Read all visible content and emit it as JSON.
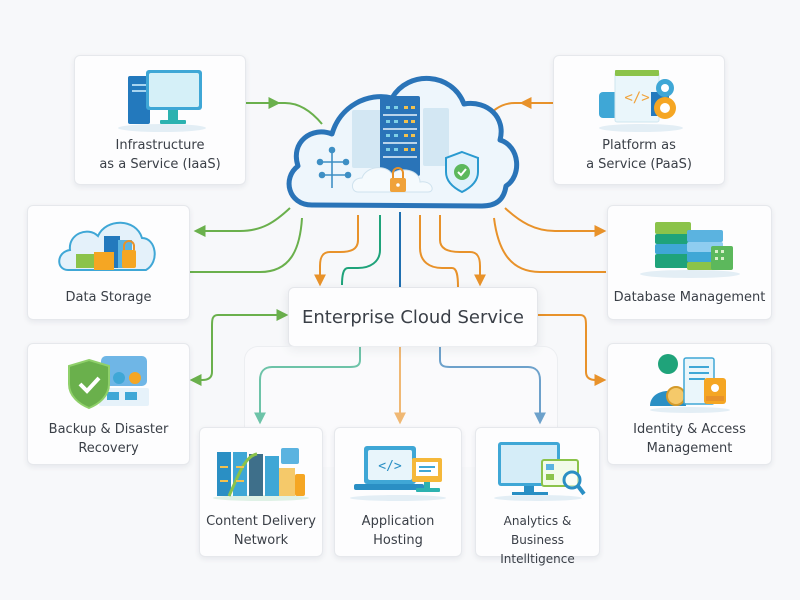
{
  "diagram": {
    "title": "Enterprise Cloud Service",
    "hub_icon": "cloud-server-icon",
    "colors": {
      "green": "#6ab04c",
      "orange": "#e8922a",
      "teal": "#1fa37a",
      "blue": "#1f6fb0",
      "cloud_outline": "#2a74b8",
      "background": "#f7f8fa"
    },
    "services": [
      {
        "id": "iaas",
        "label": "Infrastructure\nas a Service (IaaS)",
        "icon": "computer-server-icon"
      },
      {
        "id": "paas",
        "label": "Platform as\na Service (PaaS)",
        "icon": "code-window-gears-icon"
      },
      {
        "id": "storage",
        "label": "Data Storage",
        "icon": "cloud-storage-icon"
      },
      {
        "id": "database",
        "label": "Database Management",
        "icon": "database-stack-icon"
      },
      {
        "id": "backup",
        "label": "Backup & Disaster\nRecovery",
        "icon": "shield-check-icon"
      },
      {
        "id": "iam",
        "label": "Identity & Access\nManagement",
        "icon": "user-badge-icon"
      },
      {
        "id": "cdn",
        "label": "Content Delivery\nNetwork",
        "icon": "server-racks-icon"
      },
      {
        "id": "hosting",
        "label": "Application\nHosting",
        "icon": "laptop-code-icon"
      },
      {
        "id": "analytics",
        "label": "Analytics &\nBusiness Intelltigence",
        "icon": "monitor-magnifier-icon"
      }
    ]
  }
}
